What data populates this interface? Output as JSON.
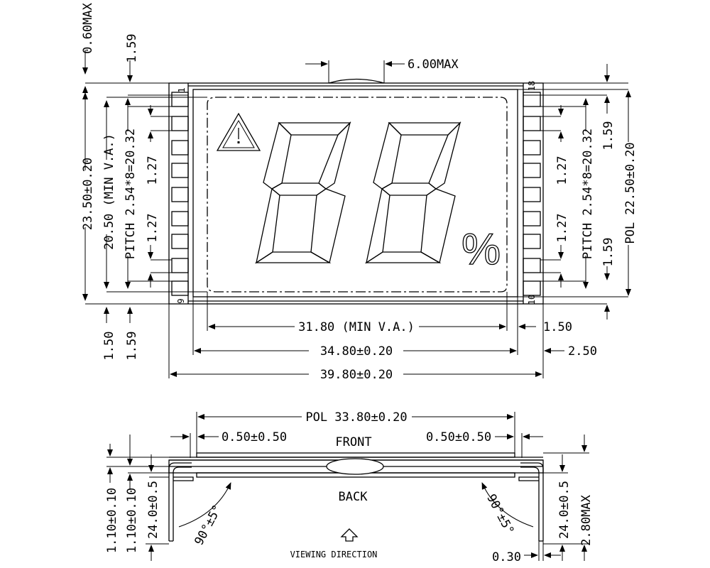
{
  "labels": {
    "top_max": "0.60MAX",
    "top_159": "1.59",
    "h_2350": "23.50±0.20",
    "va_2050": "20.50 (MIN V.A.)",
    "pitch_left": "PITCH 2.54*8=20.32",
    "p127_l_a": "1.27",
    "p127_l_b": "1.27",
    "b_150": "1.50",
    "b_159": "1.59",
    "max_600": "6.00MAX",
    "pin_1": "1",
    "pin_9": "9",
    "pin_18": "18",
    "pin_10": "10",
    "pitch_right": "PITCH 2.54*8=20.32",
    "p127_r_a": "1.27",
    "p127_r_b": "1.27",
    "r_159_a": "1.59",
    "r_159_b": "1.59",
    "pol_2250": "POL 22.50±0.20",
    "va_3180": "31.80 (MIN V.A.)",
    "d_150": "1.50",
    "w_3480": "34.80±0.20",
    "d_250": "2.50",
    "w_3980": "39.80±0.20",
    "percent": "%",
    "pol_3380": "POL 33.80±0.20",
    "gap_l": "0.50±0.50",
    "gap_r": "0.50±0.50",
    "front": "FRONT",
    "back": "BACK",
    "s_110_a": "1.10±0.10",
    "s_110_b": "1.10±0.10",
    "s_240_l": "24.0±0.5",
    "s_240_r": "24.0±0.5",
    "s_280": "2.80MAX",
    "s_030": "0.30",
    "ang_l": "90°±5°",
    "ang_r": "90°±5°",
    "viewing": "VIEWING DIRECTION"
  }
}
